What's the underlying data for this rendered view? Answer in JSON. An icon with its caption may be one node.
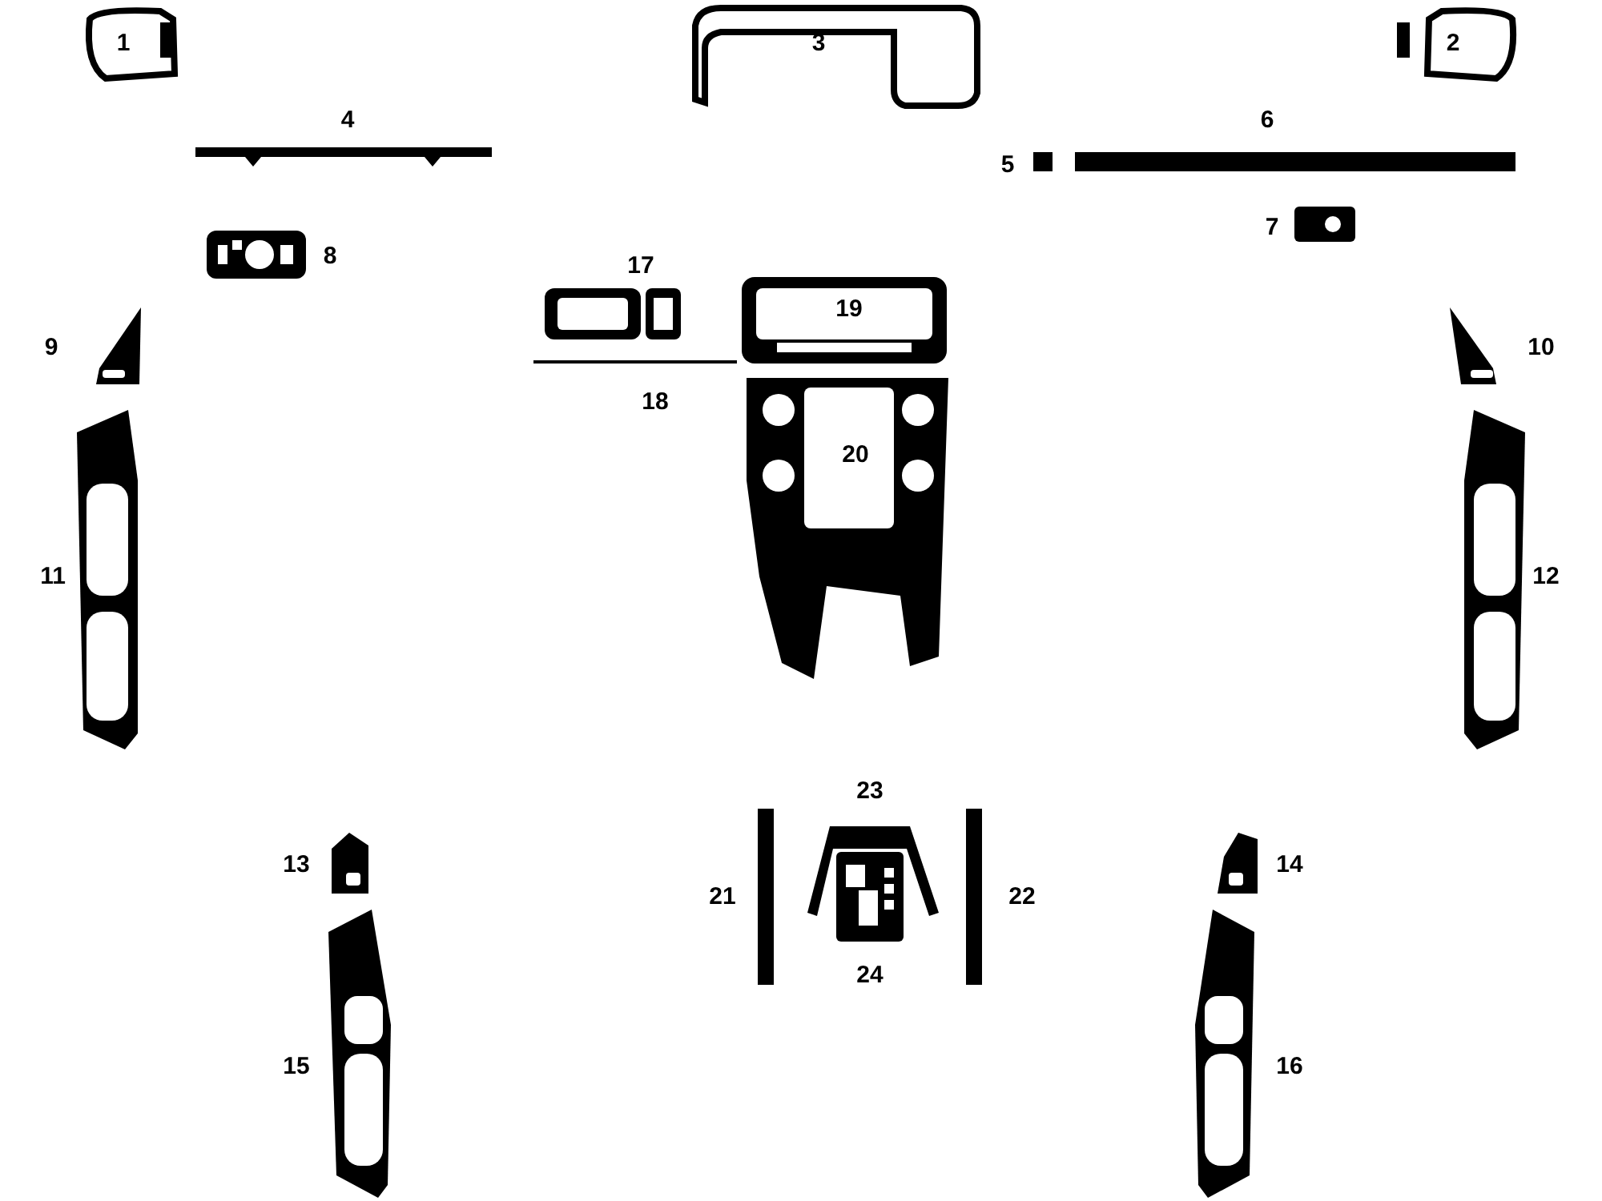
{
  "diagram": {
    "labels": [
      "1",
      "3",
      "2",
      "4",
      "6",
      "5",
      "7",
      "8",
      "17",
      "19",
      "9",
      "10",
      "18",
      "20",
      "11",
      "12",
      "23",
      "13",
      "14",
      "21",
      "22",
      "24",
      "15",
      "16"
    ]
  }
}
